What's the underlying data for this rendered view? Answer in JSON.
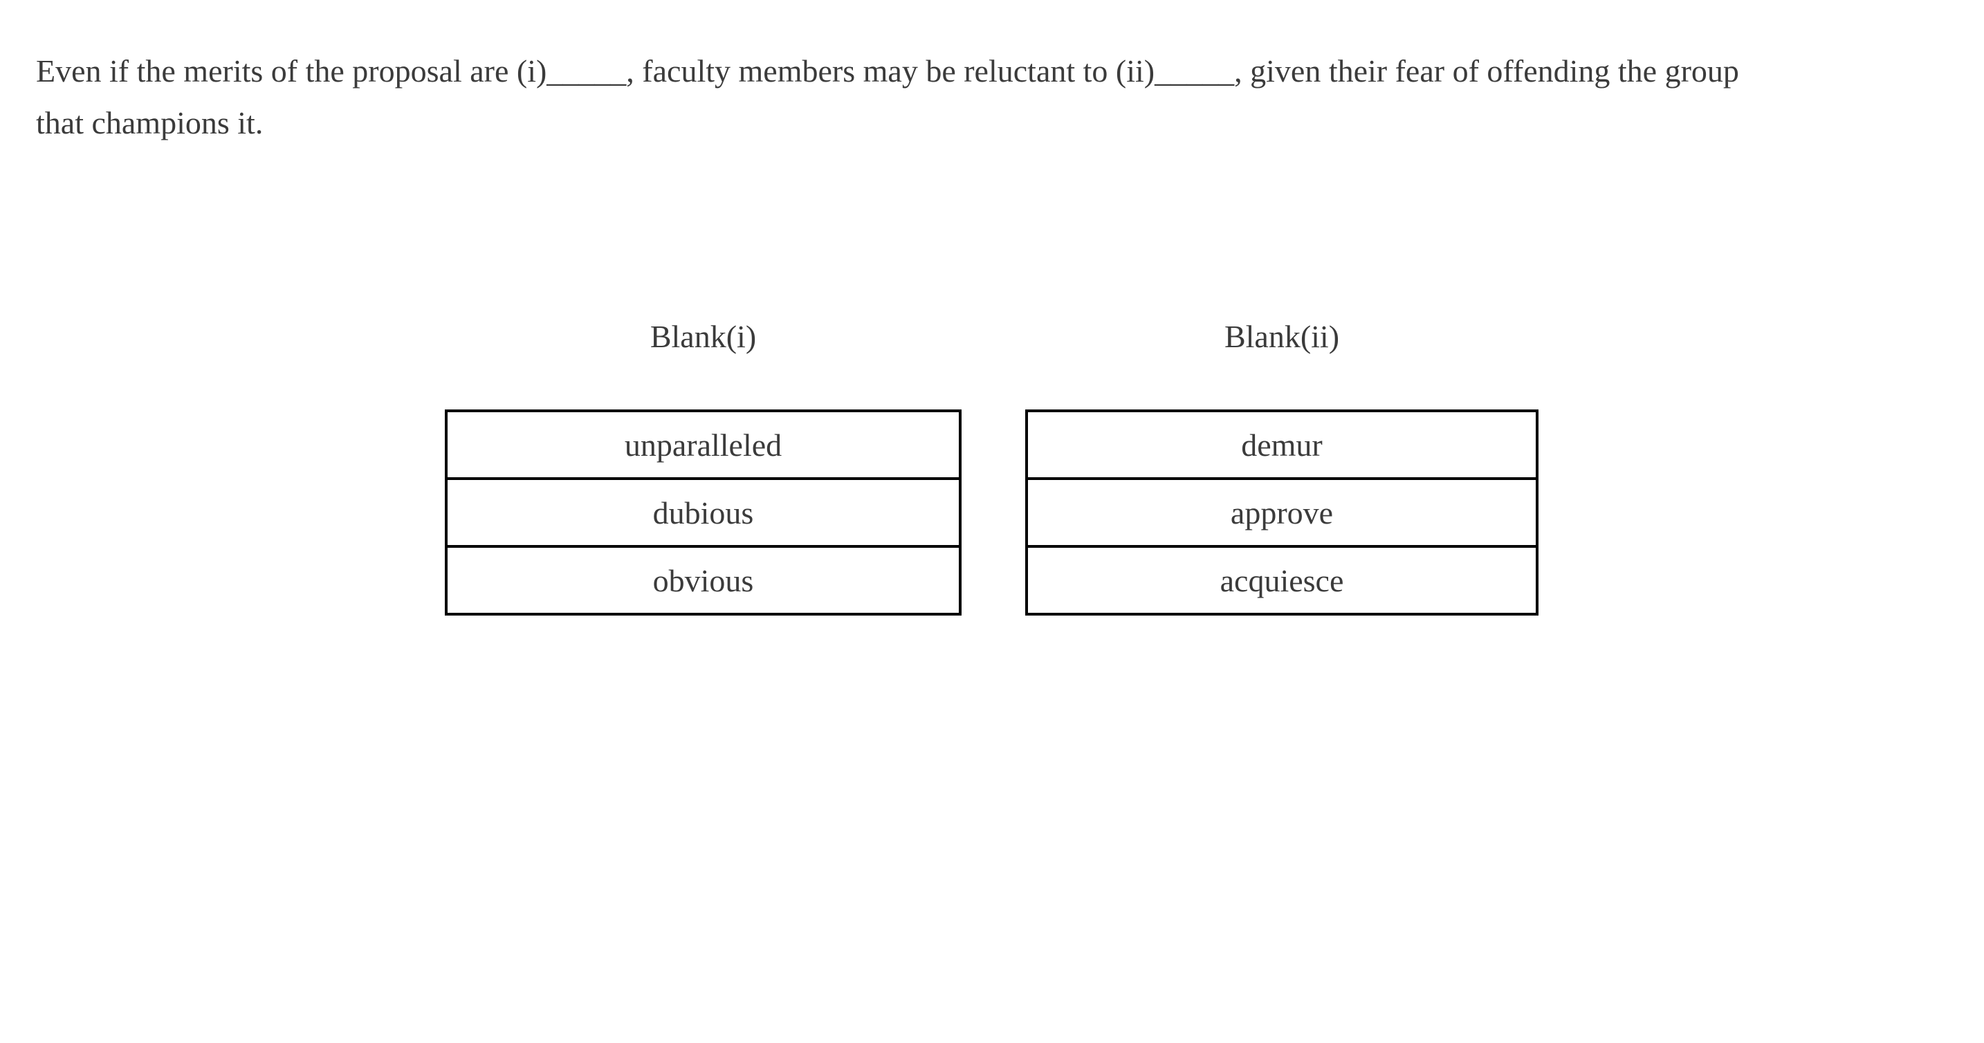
{
  "question": {
    "lines": [
      "Even if the merits of the proposal are (i)_____, faculty members may be reluctant to (ii)_____, given their fear of offending the group",
      "that champions it."
    ]
  },
  "blanks": [
    {
      "label": "Blank(i)",
      "options": [
        "unparalleled",
        "dubious",
        "obvious"
      ]
    },
    {
      "label": "Blank(ii)",
      "options": [
        "demur",
        "approve",
        "acquiesce"
      ]
    }
  ],
  "colors": {
    "background": "#ffffff",
    "text": "#3b3b3b",
    "table_border": "#000000"
  }
}
